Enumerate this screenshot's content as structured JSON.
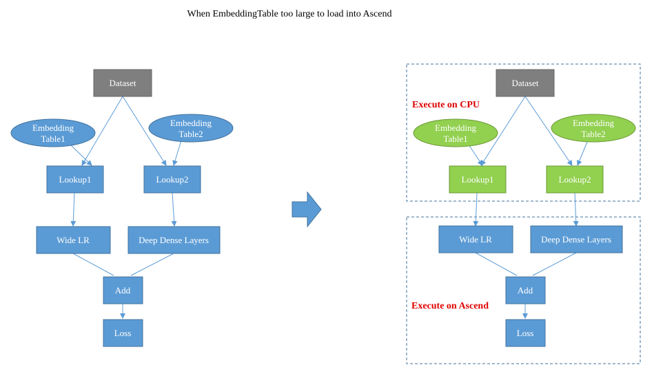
{
  "title": "When EmbeddingTable too large to load into Ascend",
  "colors": {
    "dataset_fill": "#7f7f7f",
    "node_fill": "#5b9bd5",
    "node_stroke": "#41719c",
    "cpu_fill": "#92d050",
    "cpu_stroke": "#6b9a36",
    "edge": "#5b9bd5",
    "region_border": "#41719c",
    "label": "#e00000"
  },
  "left": {
    "dataset": "Dataset",
    "emb1": "Embedding Table1",
    "emb2": "Embedding Table2",
    "lookup1": "Lookup1",
    "lookup2": "Lookup2",
    "wide": "Wide LR",
    "deep": "Deep Dense Layers",
    "add": "Add",
    "loss": "Loss"
  },
  "right": {
    "dataset": "Dataset",
    "emb1": "Embedding Table1",
    "emb2": "Embedding Table2",
    "lookup1": "Lookup1",
    "lookup2": "Lookup2",
    "wide": "Wide LR",
    "deep": "Deep Dense Layers",
    "add": "Add",
    "loss": "Loss"
  },
  "regions": {
    "cpu_label": "Execute on CPU",
    "ascend_label": "Execute on Ascend"
  },
  "arrow_icon": "right-arrow-icon"
}
